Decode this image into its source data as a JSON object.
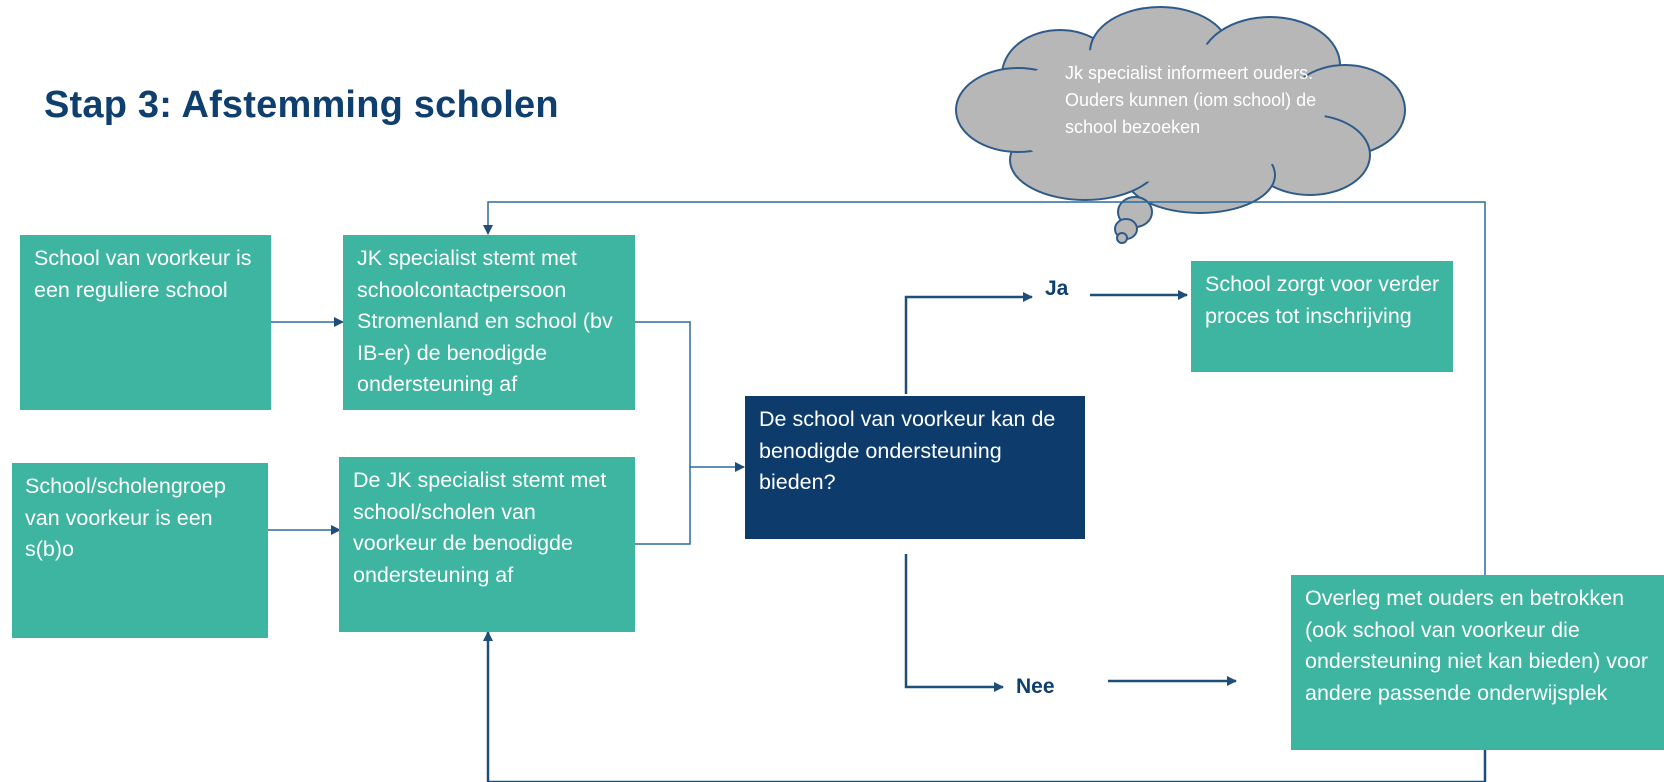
{
  "title": "Stap 3: Afstemming scholen",
  "cloud": {
    "text": "Jk specialist informeert ouders. Ouders kunnen (iom school) de school bezoeken"
  },
  "boxes": {
    "regular_school": "School van voorkeur is een reguliere school",
    "sbo_school": "School/scholengroep van voorkeur is een s(b)o",
    "jk_regular": "JK specialist stemt met schoolcontactpersoon Stromenland en school (bv IB-er) de benodigde ondersteuning af",
    "jk_sbo": "De JK specialist stemt met school/scholen van voorkeur de benodigde ondersteuning af",
    "decision": "De school van voorkeur kan de benodigde ondersteuning bieden?",
    "school_proceeds": "School zorgt voor verder proces tot inschrijving",
    "consult_parents": "Overleg met ouders en betrokken (ook school van voorkeur die ondersteuning niet kan bieden) voor andere passende onderwijsplek"
  },
  "labels": {
    "yes": "Ja",
    "no": "Nee"
  },
  "colors": {
    "title": "#0e3f6e",
    "teal_box": "#3db5a0",
    "dark_box": "#0d3b6c",
    "cloud": "#b7b7b7",
    "cloud_outline": "#2e5b8a",
    "connector": "#1f4e79"
  }
}
